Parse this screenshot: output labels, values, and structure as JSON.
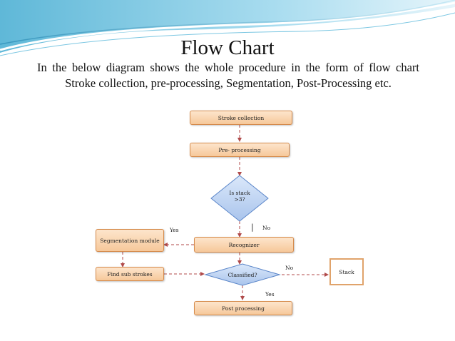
{
  "slide": {
    "title": "Flow Chart",
    "intro": "In the below diagram shows the whole procedure in the form of flow chart Stroke collection, pre-processing, Segmentation, Post-Processing etc."
  },
  "diagram": {
    "nodes": {
      "stroke_collection": "Stroke collection",
      "pre_processing": "Pre- processing",
      "is_stack": "Is stack >3?",
      "recognizer": "Recognizer",
      "segmentation_module": "Segmentation module",
      "find_sub_strokes": "Find sub strokes",
      "classified": "Classified?",
      "stack": "Stack",
      "post_processing": "Post processing"
    },
    "edge_labels": {
      "yes_segmentation": "Yes",
      "no_recognizer": "No",
      "cursor_mark": "|",
      "no_stack": "No",
      "yes_post": "Yes"
    },
    "colors": {
      "box_fill_top": "#fde5cc",
      "box_fill_bottom": "#f6c89a",
      "box_border": "#d58a4a",
      "connector": "#b04a4a",
      "diamond_fill": "#c7d9f5",
      "diamond_border": "#5b86c9"
    }
  }
}
